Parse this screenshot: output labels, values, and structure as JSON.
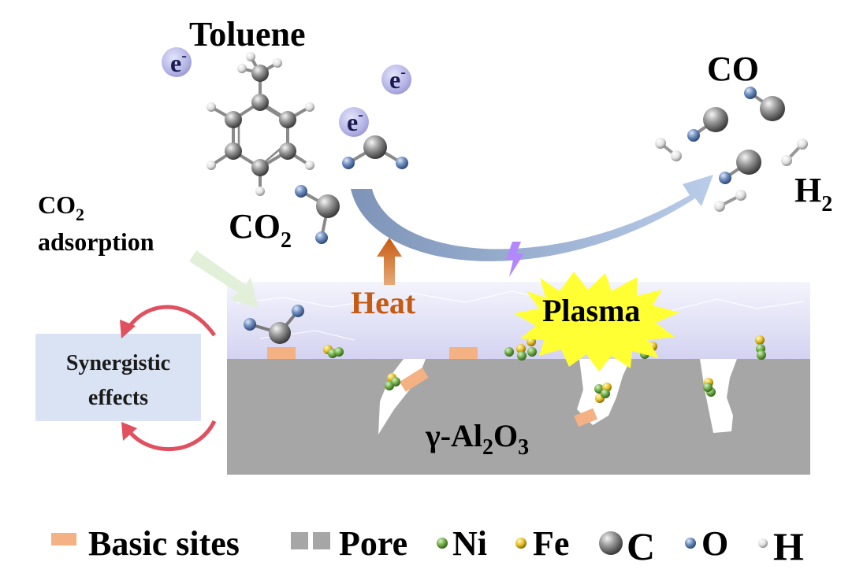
{
  "labels": {
    "toluene": "Toluene",
    "electron": "e",
    "electron_sup": "-",
    "co2_main": "CO",
    "co2_main_sub": "2",
    "co2_ads_line1": "CO",
    "co2_ads_line1_sub": "2",
    "co2_ads_line2": "adsorption",
    "co": "CO",
    "h2": "H",
    "h2_sub": "2",
    "heat": "Heat",
    "plasma": "Plasma",
    "synergy_line1": "Synergistic",
    "synergy_line2": "effects",
    "support_prefix": "γ-Al",
    "support_sub1": "2",
    "support_mid": "O",
    "support_sub2": "3"
  },
  "legend": {
    "basic_sites": "Basic sites",
    "pore": "Pore",
    "ni": "Ni",
    "fe": "Fe",
    "c": "C",
    "o": "O",
    "h": "H"
  },
  "colors": {
    "support": "#a6a6a6",
    "basic_site": "#f4b183",
    "heat": "#c55a11",
    "heat_arrow": "#d8874a",
    "plasma_star": "#ffff33",
    "plasma_band": "#dcdcf6",
    "synergy_box": "#dae3f3",
    "cycle_arrow": "#e0505f",
    "adsorption_arrow": "#e2f0d9",
    "flow_arrow": "#8da9cf",
    "electron": "#b4b4e6",
    "carbon": "#7f7f7f",
    "oxygen": "#6f8fc0",
    "hydrogen": "#e8e8e8",
    "nickel": "#70ad47",
    "iron": "#e6c229",
    "lightning": "#b388ff"
  }
}
